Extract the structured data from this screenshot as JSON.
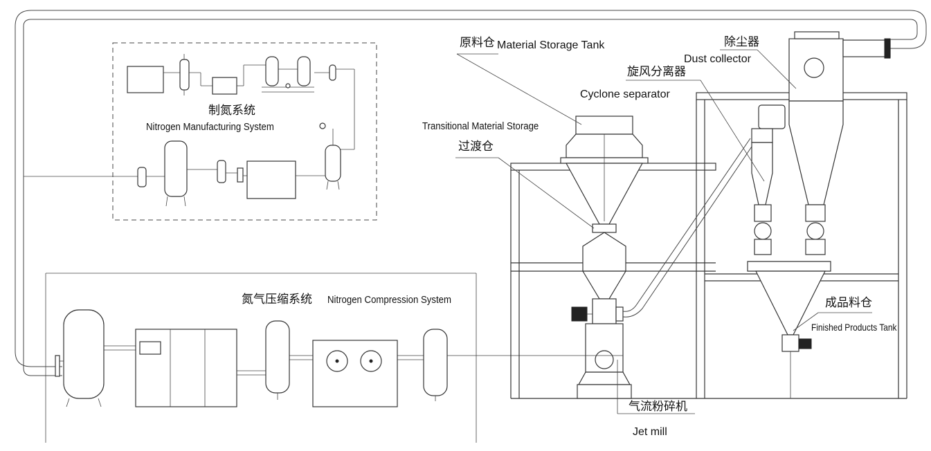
{
  "labels": {
    "nitrogen_manufacturing_zh": "制氮系统",
    "nitrogen_manufacturing_en": "Nitrogen Manufacturing System",
    "nitrogen_compression_zh": "氮气压缩系统",
    "nitrogen_compression_en": "Nitrogen Compression System",
    "material_storage_zh": "原料仓",
    "material_storage_en": "Material Storage Tank",
    "transitional_storage_en": "Transitional Material Storage",
    "transitional_storage_zh": "过渡仓",
    "cyclone_zh": "旋风分离器",
    "cyclone_en": "Cyclone separator",
    "dust_collector_zh": "除尘器",
    "dust_collector_en": "Dust collector",
    "finished_products_zh": "成品料仓",
    "finished_products_en": "Finished Products Tank",
    "jet_mill_zh": "气流粉碎机",
    "jet_mill_en": "Jet mill"
  },
  "colors": {
    "line": "#333333",
    "background": "#ffffff"
  }
}
